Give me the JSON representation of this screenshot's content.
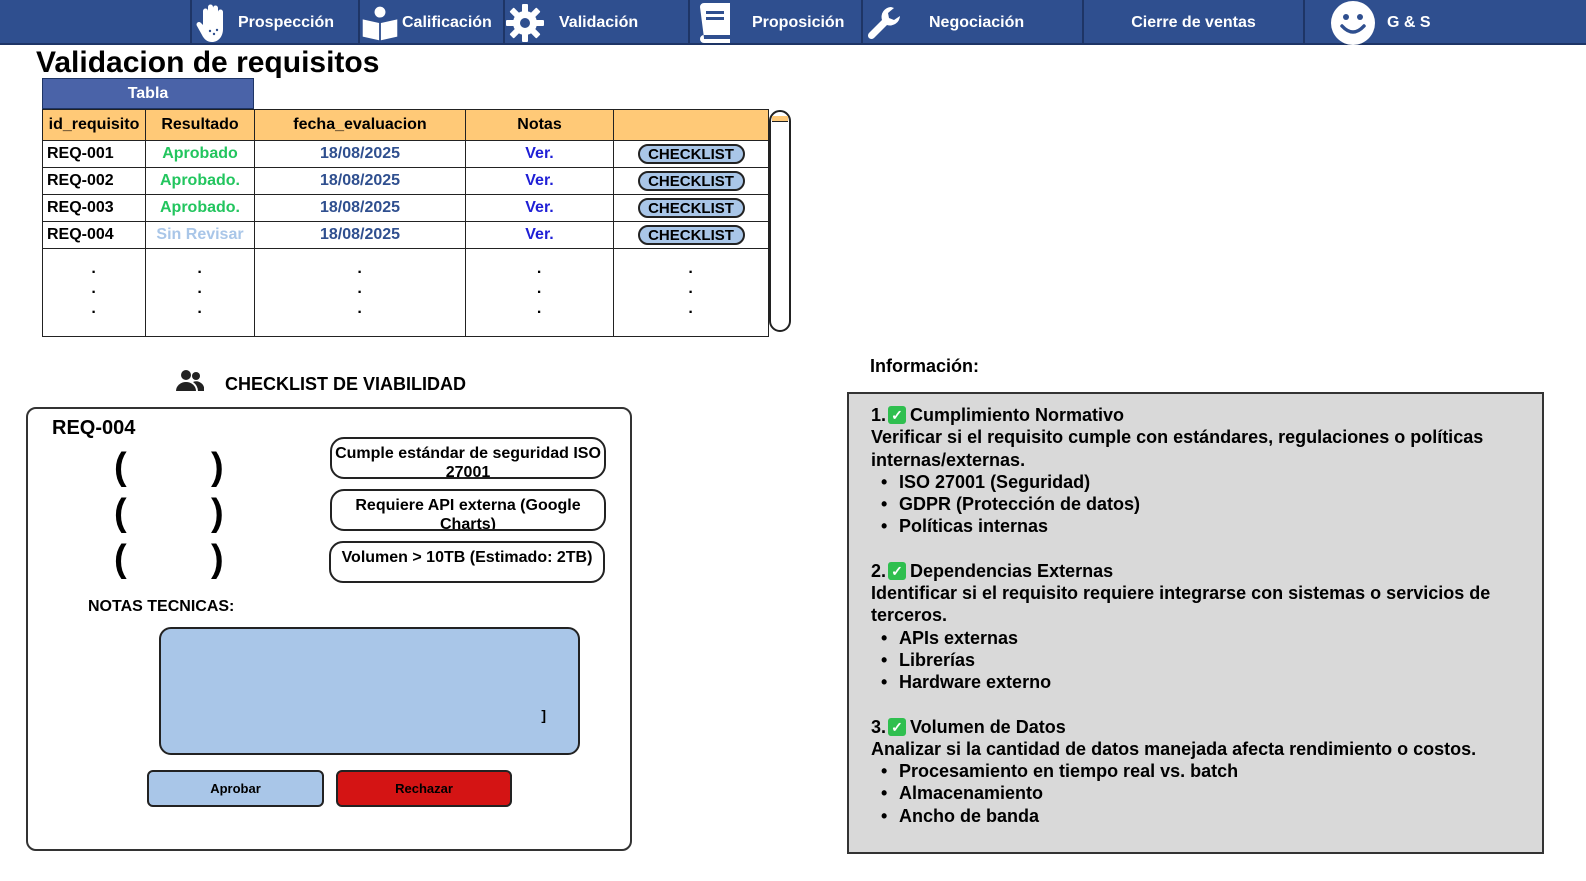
{
  "nav": {
    "items": [
      {
        "label": "Prospección",
        "icon": "hand-icon"
      },
      {
        "label": "Calificación",
        "icon": "book-reader-icon"
      },
      {
        "label": "Validación",
        "icon": "gear-icon"
      },
      {
        "label": "Proposición",
        "icon": "book-icon"
      },
      {
        "label": "Negociación",
        "icon": "wrench-icon"
      },
      {
        "label": "Cierre de ventas",
        "icon": ""
      },
      {
        "label": "G & S",
        "icon": "smiley-icon"
      }
    ]
  },
  "page_title": "Validacion de requisitos",
  "table": {
    "tab_label": "Tabla",
    "headers": [
      "id_requisito",
      "Resultado",
      "fecha_evaluacion",
      "Notas",
      ""
    ],
    "rows": [
      {
        "id": "REQ-001",
        "resultado": "Aprobado",
        "status": "ok",
        "fecha": "18/08/2025",
        "notas": "Ver.",
        "action": "CHECKLIST"
      },
      {
        "id": "REQ-002",
        "resultado": "Aprobado.",
        "status": "ok",
        "fecha": "18/08/2025",
        "notas": "Ver.",
        "action": "CHECKLIST"
      },
      {
        "id": "REQ-003",
        "resultado": "Aprobado.",
        "status": "ok",
        "fecha": "18/08/2025",
        "notas": "Ver.",
        "action": "CHECKLIST"
      },
      {
        "id": "REQ-004",
        "resultado": "Sin Revisar",
        "status": "pending",
        "fecha": "18/08/2025",
        "notas": "Ver.",
        "action": "CHECKLIST"
      }
    ]
  },
  "checklist": {
    "title": "CHECKLIST DE VIABILIDAD",
    "req_id": "REQ-004",
    "criteria": [
      "Cumple estándar de seguridad ISO 27001",
      "Requiere API externa (Google Charts)",
      "Volumen > 10TB (Estimado: 2TB)"
    ],
    "notas_label": "NOTAS TECNICAS:",
    "notas_value": "]",
    "approve_label": "Aprobar",
    "reject_label": "Rechazar"
  },
  "info": {
    "title": "Información:",
    "sections": [
      {
        "num": "1.",
        "heading": "Cumplimiento Normativo",
        "text": "Verificar si el requisito cumple con estándares, regulaciones o políticas internas/externas.",
        "bullets": [
          "ISO 27001 (Seguridad)",
          "GDPR (Protección de datos)",
          "Políticas internas"
        ]
      },
      {
        "num": "2.",
        "heading": "Dependencias Externas",
        "text": "Identificar si el requisito requiere integrarse con sistemas o servicios de terceros.",
        "bullets": [
          "APIs externas",
          "Librerías",
          "Hardware externo"
        ]
      },
      {
        "num": "3.",
        "heading": "Volumen de Datos",
        "text": "Analizar si la cantidad de datos manejada afecta rendimiento o costos.",
        "bullets": [
          "Procesamiento en tiempo real vs. batch",
          "Almacenamiento",
          "Ancho de banda"
        ]
      }
    ]
  },
  "colors": {
    "nav_bg": "#2f4f8f",
    "header_bg": "#ffc977",
    "approved": "#22c55e",
    "pending": "#a9c6e8",
    "reject": "#d41414"
  }
}
